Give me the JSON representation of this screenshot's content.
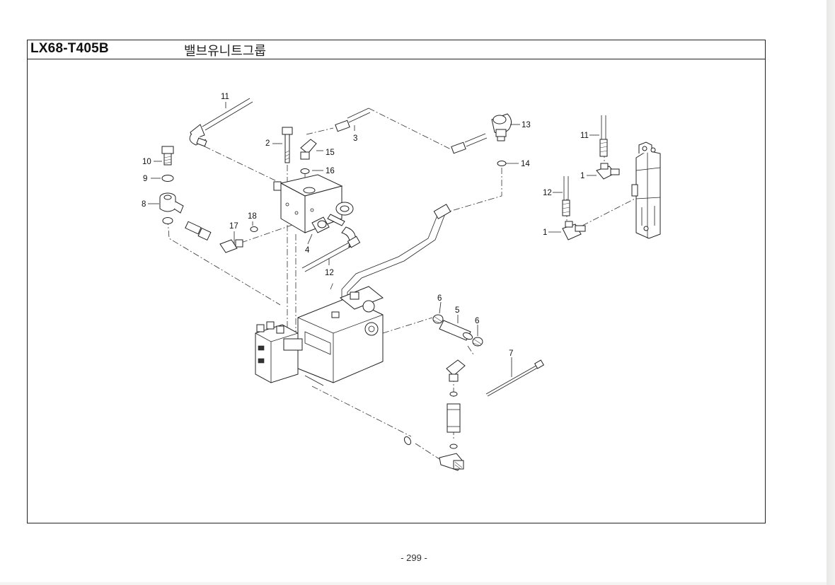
{
  "header": {
    "model_code": "LX68-T405B",
    "group_name": "밸브유니트그룹"
  },
  "callouts": {
    "c1a": "1",
    "c1b": "1",
    "c2": "2",
    "c3": "3",
    "c4": "4",
    "c5": "5",
    "c6a": "6",
    "c6b": "6",
    "c7": "7",
    "c8": "8",
    "c9": "9",
    "c10": "10",
    "c11a": "11",
    "c11b": "11",
    "c12a": "12",
    "c12b": "12",
    "c13": "13",
    "c14": "14",
    "c15": "15",
    "c16": "16",
    "c17": "17",
    "c18": "18"
  },
  "footer": {
    "page_number": "- 299 -"
  }
}
